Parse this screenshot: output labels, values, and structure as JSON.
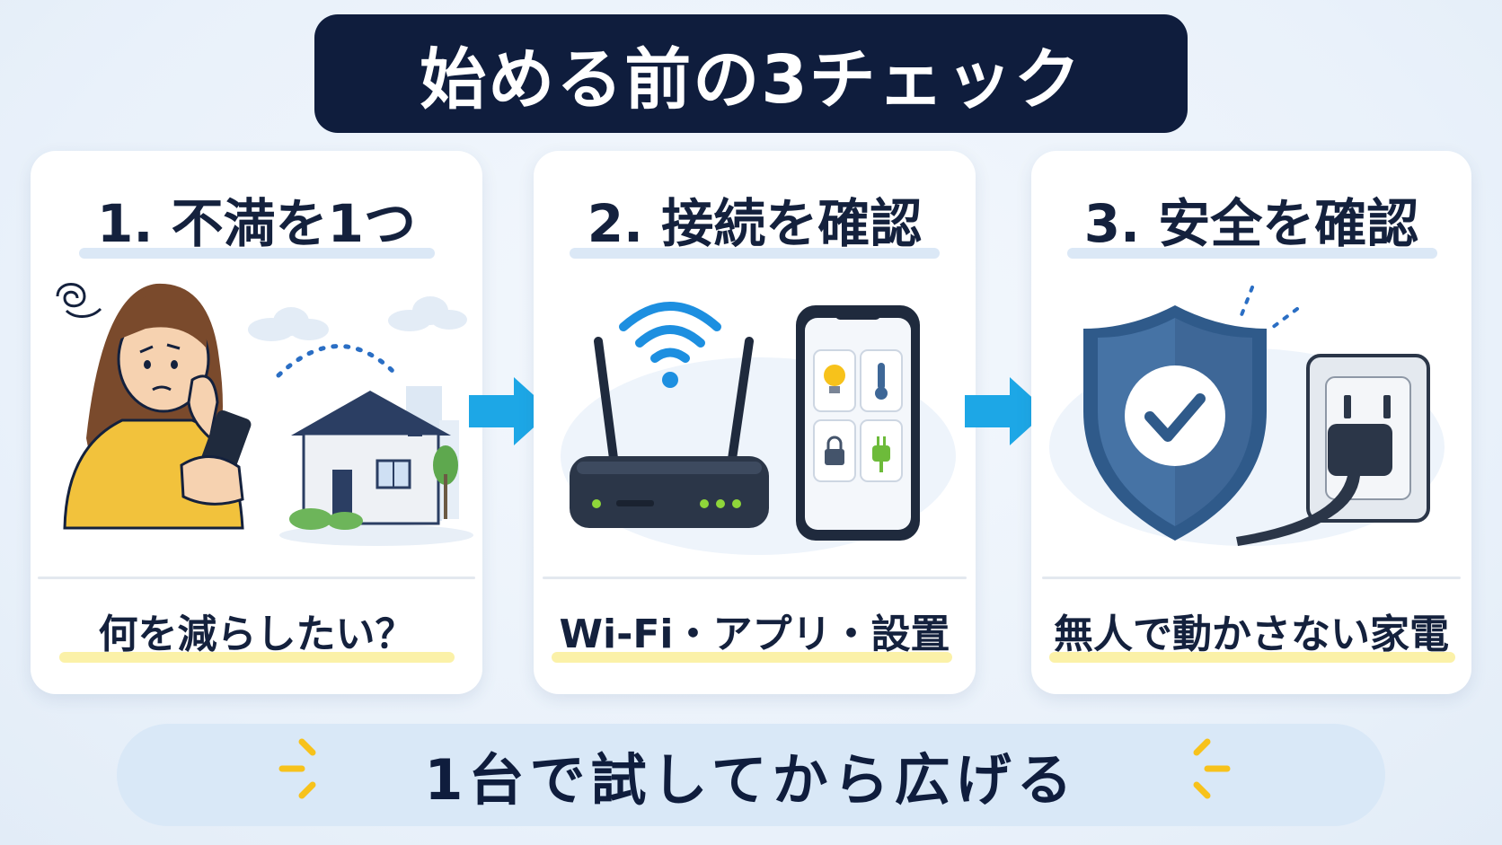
{
  "title": "始める前の3チェック",
  "cards": [
    {
      "heading": "1. 不満を1つ",
      "caption": "何を減らしたい？"
    },
    {
      "heading": "2. 接続を確認",
      "caption": "Wi-Fi・アプリ・設置"
    },
    {
      "heading": "3. 安全を確認",
      "caption": "無人で動かさない家電"
    }
  ],
  "footer": "1台で試してから広げる",
  "colors": {
    "navy": "#0f1d3d",
    "arrow": "#1da7e6",
    "shield": "#3e6797",
    "highlight_yellow": "#fbf1a8",
    "underline_blue": "#dbe8f6",
    "spark_yellow": "#f7c21b"
  }
}
